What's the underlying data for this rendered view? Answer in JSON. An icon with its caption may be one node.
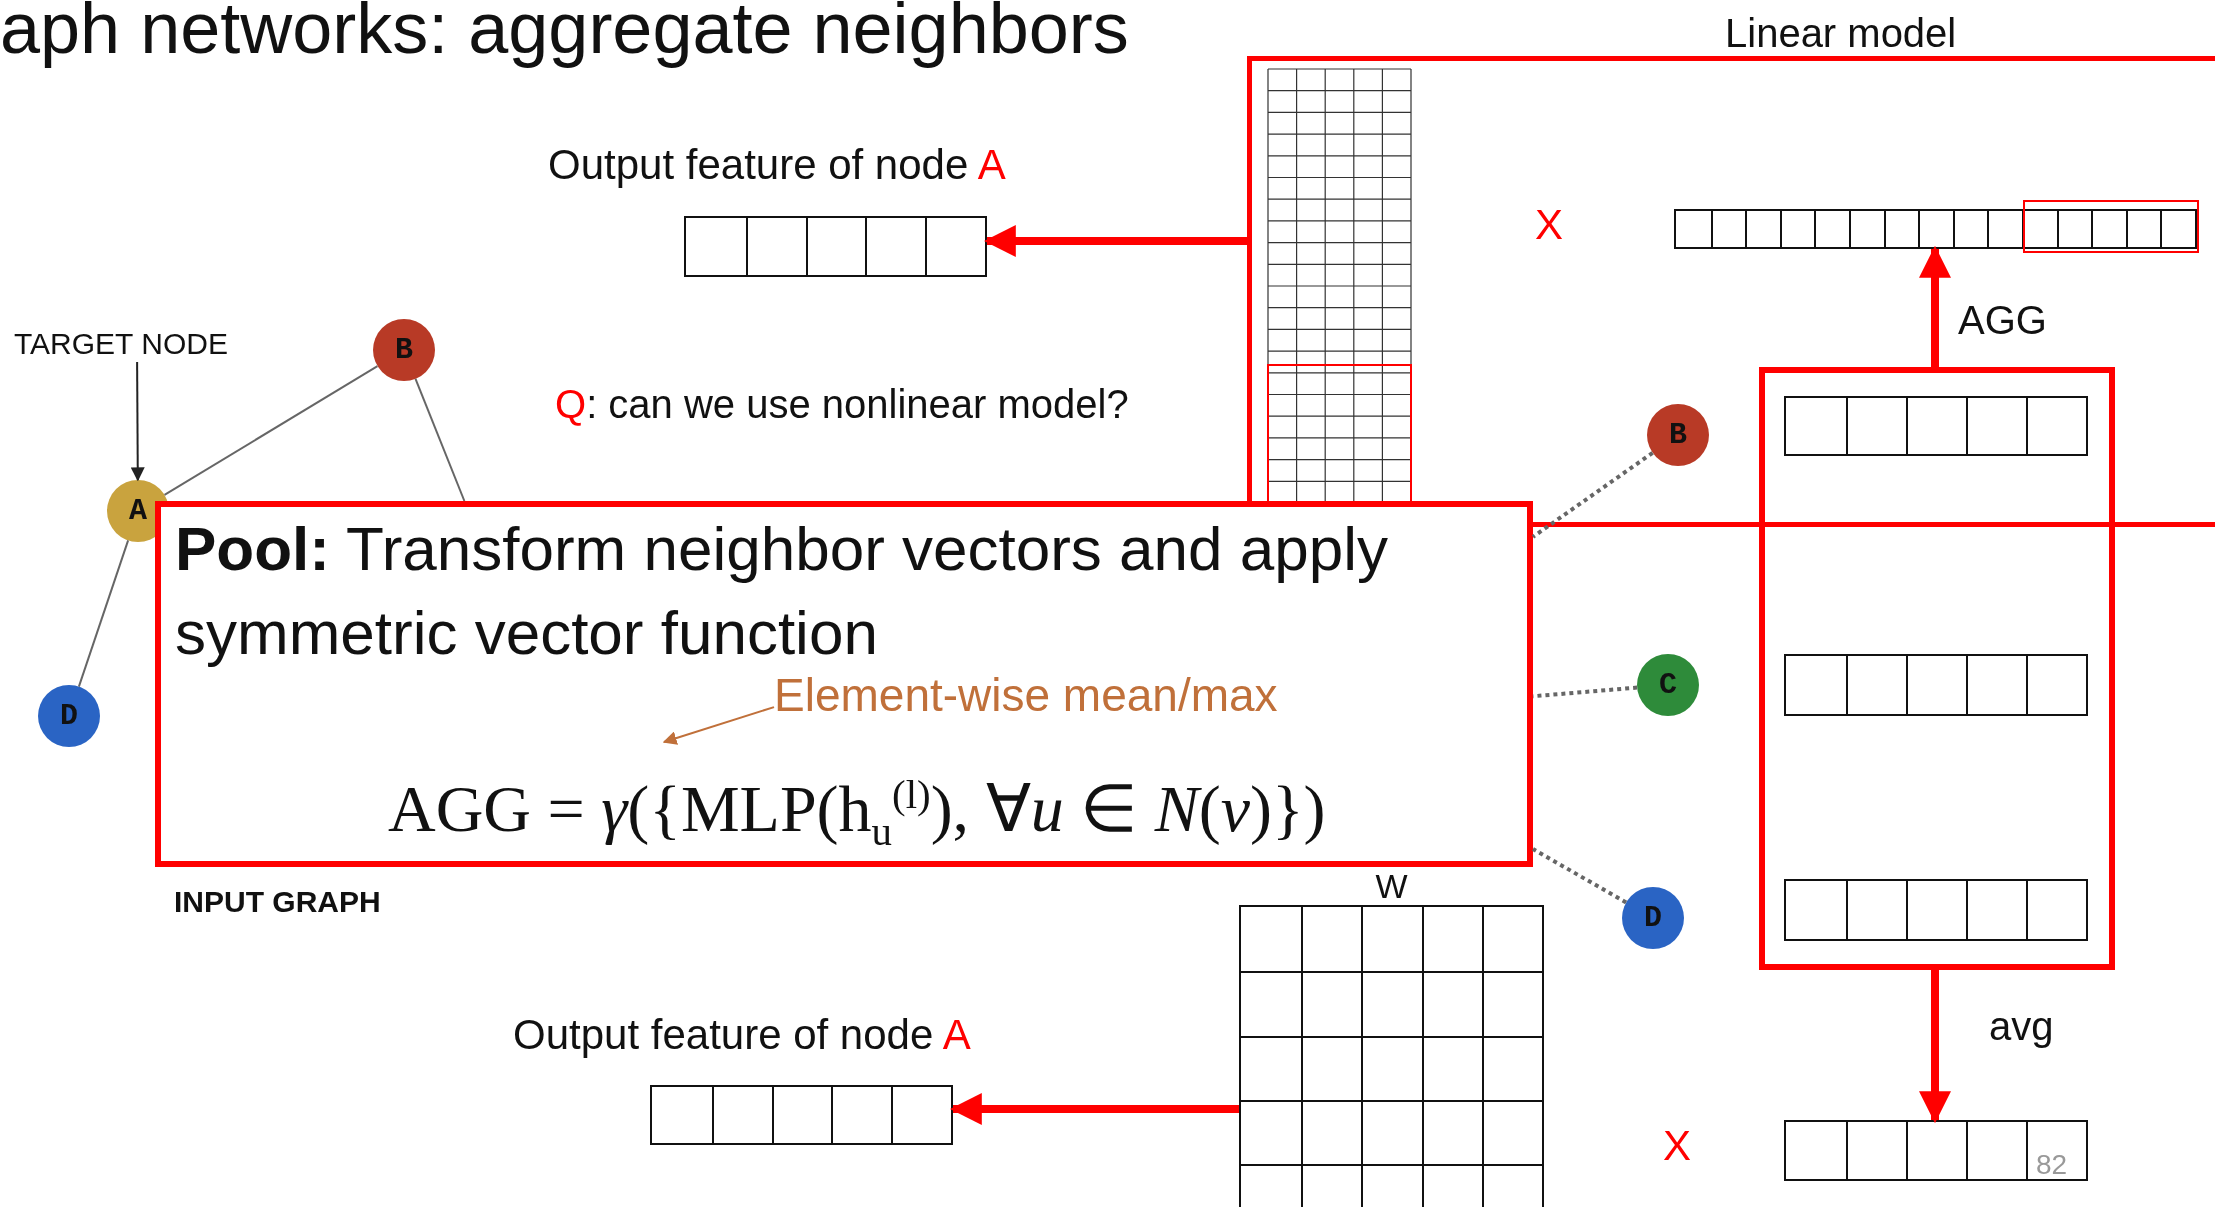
{
  "diagram": {
    "title": "aph networks: aggregate neighbors",
    "nodes": [
      {
        "text": [
          "TARGET NODE"
        ]
      },
      {
        "text": [
          "A"
        ]
      },
      {
        "text": [
          "B"
        ]
      },
      {
        "text": [
          "D"
        ]
      },
      {
        "text": [
          "Output feature of node A"
        ]
      },
      {
        "text": [
          "Linear model"
        ]
      },
      {
        "text": [],
        "shape": "bar",
        "in": 5
      },
      {
        "text": [],
        "shape": "box"
      },
      {
        "text": [],
        "shape": "bar"
      },
      {
        "text": [],
        "shape": "bar",
        "in": 7
      },
      {
        "text": [],
        "shape": "bar",
        "in": 7
      },
      {
        "text": [
          "B"
        ],
        "in": 5
      },
      {
        "text": [
          "C"
        ]
      },
      {
        "text": [
          "D"
        ]
      },
      {
        "text": [
          "**Pool:** Transform neighbor vectors and apply symmetric vector function",
          "AGG = *γ*({MLP(h$_{u}$$^{(l)}$), ∀*u* ∈ *N*(*v*)})"
        ]
      },
      {
        "text": [
          "Element-wise mean/max"
        ],
        "in": 14
      },
      {
        "text": [
          "W"
        ]
      },
      {
        "text": [
          "Output feature of node A"
        ]
      },
      {
        "text": [],
        "shape": "bar"
      }
    ],
    "edges": [
      {
        "from": 0,
        "to": 1,
        "arrow": "to"
      },
      {
        "from": 1,
        "to": 2,
        "arrow": "none",
        "color": "#666666"
      },
      {
        "from": 1,
        "to": 3,
        "arrow": "none",
        "color": "#666666"
      },
      {
        "from": 2,
        "to": 14,
        "arrow": "none",
        "color": "#666666"
      },
      {
        "from": 5,
        "to": 4,
        "arrow": "to",
        "style": "thick",
        "color": "#ff0000"
      },
      {
        "from": 7,
        "to": 6,
        "arrow": "to",
        "label": "AGG",
        "style": "thick",
        "color": "#ff0000"
      },
      {
        "from": 7,
        "to": 18,
        "arrow": "to",
        "label": "avg",
        "style": "thick",
        "color": "#ff0000"
      },
      {
        "from": 11,
        "to": 14,
        "arrow": "none",
        "style": "dashed",
        "color": "#666666"
      },
      {
        "from": 12,
        "to": 14,
        "arrow": "none",
        "style": "dashed",
        "color": "#666666"
      },
      {
        "from": 13,
        "to": 14,
        "arrow": "none",
        "style": "dashed",
        "color": "#666666"
      },
      {
        "from": 15,
        "to": null,
        "arrow": "to",
        "color": "#c0703a"
      },
      {
        "from": 16,
        "to": 17,
        "arrow": "to",
        "style": "thick",
        "color": "#ff0000"
      }
    ],
    "labels": [
      "X",
      "Q: can we use nonlinear model?",
      "INPUT GRAPH",
      "X",
      "82"
    ]
  }
}
